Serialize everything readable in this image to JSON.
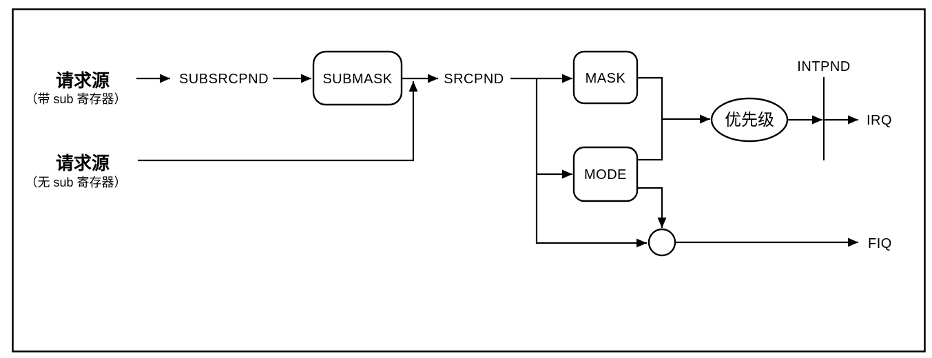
{
  "diagram": {
    "sources": {
      "with_sub": {
        "title": "请求源",
        "note": "（带 sub 寄存器）"
      },
      "without_sub": {
        "title": "请求源",
        "note": "（无 sub 寄存器）"
      }
    },
    "registers": {
      "subsrcpnd": "SUBSRCPND",
      "submask": "SUBMASK",
      "srcpnd": "SRCPND",
      "mask": "MASK",
      "mode": "MODE",
      "intpnd": "INTPND"
    },
    "priority_label": "优先级",
    "outputs": {
      "irq": "IRQ",
      "fiq": "FIQ"
    },
    "colors": {
      "stroke": "#000000",
      "text": "#000000",
      "background": "#ffffff"
    }
  }
}
